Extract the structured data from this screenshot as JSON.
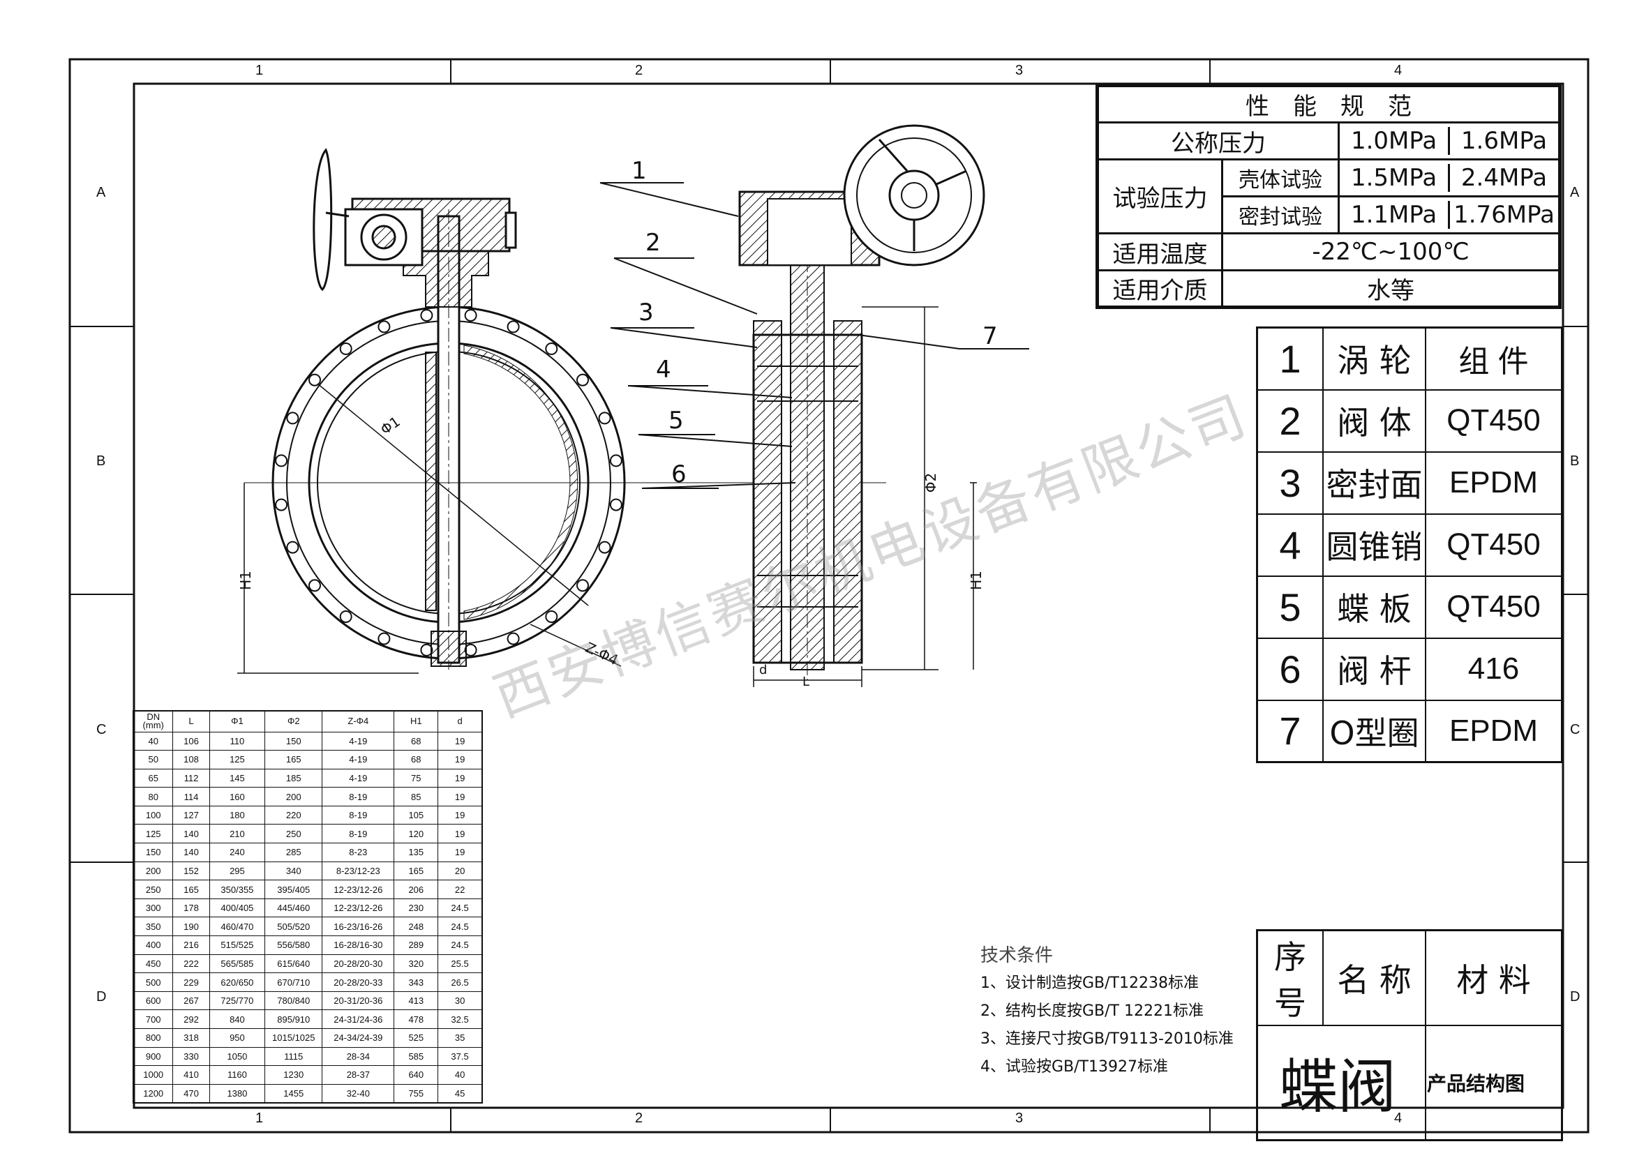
{
  "frame": {
    "col_labels": [
      "1",
      "2",
      "3",
      "4"
    ],
    "row_labels": [
      "A",
      "B",
      "C",
      "D"
    ]
  },
  "callouts": [
    "1",
    "2",
    "3",
    "4",
    "5",
    "6",
    "7"
  ],
  "dimension_labels": {
    "phi1": "Φ1",
    "phi2": "Φ2",
    "h1_left": "H1",
    "h1_right": "H1",
    "z_phi4": "Z-Φ4",
    "l": "L",
    "d": "d"
  },
  "performance": {
    "title": "性　能　规　范",
    "rows": [
      {
        "label": "公称压力",
        "v1": "1.0MPa",
        "v2": "1.6MPa"
      },
      {
        "group": "试验压力",
        "sub": "壳体试验",
        "v1": "1.5MPa",
        "v2": "2.4MPa"
      },
      {
        "sub": "密封试验",
        "v1": "1.1MPa",
        "v2": "1.76MPa"
      },
      {
        "label": "适用温度",
        "value": "-22℃~100℃"
      },
      {
        "label": "适用介质",
        "value": "水等"
      }
    ]
  },
  "parts": [
    {
      "no": "1",
      "name": "涡 轮",
      "material": "组 件"
    },
    {
      "no": "2",
      "name": "阀 体",
      "material": "QT450"
    },
    {
      "no": "3",
      "name": "密封面",
      "material": "EPDM"
    },
    {
      "no": "4",
      "name": "圆锥销",
      "material": "QT450"
    },
    {
      "no": "5",
      "name": "蝶 板",
      "material": "QT450"
    },
    {
      "no": "6",
      "name": "阀 杆",
      "material": "416"
    },
    {
      "no": "7",
      "name": "O型圈",
      "material": "EPDM"
    }
  ],
  "parts_header": {
    "no": "序号",
    "name": "名 称",
    "material": "材 料"
  },
  "title_block": {
    "product": "蝶阀",
    "drawing": "产品结构图"
  },
  "notes": {
    "title": "技术条件",
    "items": [
      "1、设计制造按GB/T12238标准",
      "2、结构长度按GB/T 12221标准",
      "3、连接尺寸按GB/T9113-2010标准",
      "4、试验按GB/T13927标准"
    ]
  },
  "watermark": "西安博信赛尔机电设备有限公司",
  "dims_table": {
    "headers": [
      "DN\n(mm)",
      "L",
      "Φ1",
      "Φ2",
      "Z-Φ4",
      "H1",
      "d"
    ],
    "rows": [
      [
        "40",
        "106",
        "110",
        "150",
        "4-19",
        "68",
        "19"
      ],
      [
        "50",
        "108",
        "125",
        "165",
        "4-19",
        "68",
        "19"
      ],
      [
        "65",
        "112",
        "145",
        "185",
        "4-19",
        "75",
        "19"
      ],
      [
        "80",
        "114",
        "160",
        "200",
        "8-19",
        "85",
        "19"
      ],
      [
        "100",
        "127",
        "180",
        "220",
        "8-19",
        "105",
        "19"
      ],
      [
        "125",
        "140",
        "210",
        "250",
        "8-19",
        "120",
        "19"
      ],
      [
        "150",
        "140",
        "240",
        "285",
        "8-23",
        "135",
        "19"
      ],
      [
        "200",
        "152",
        "295",
        "340",
        "8-23/12-23",
        "165",
        "20"
      ],
      [
        "250",
        "165",
        "350/355",
        "395/405",
        "12-23/12-26",
        "206",
        "22"
      ],
      [
        "300",
        "178",
        "400/405",
        "445/460",
        "12-23/12-26",
        "230",
        "24.5"
      ],
      [
        "350",
        "190",
        "460/470",
        "505/520",
        "16-23/16-26",
        "248",
        "24.5"
      ],
      [
        "400",
        "216",
        "515/525",
        "556/580",
        "16-28/16-30",
        "289",
        "24.5"
      ],
      [
        "450",
        "222",
        "565/585",
        "615/640",
        "20-28/20-30",
        "320",
        "25.5"
      ],
      [
        "500",
        "229",
        "620/650",
        "670/710",
        "20-28/20-33",
        "343",
        "26.5"
      ],
      [
        "600",
        "267",
        "725/770",
        "780/840",
        "20-31/20-36",
        "413",
        "30"
      ],
      [
        "700",
        "292",
        "840",
        "895/910",
        "24-31/24-36",
        "478",
        "32.5"
      ],
      [
        "800",
        "318",
        "950",
        "1015/1025",
        "24-34/24-39",
        "525",
        "35"
      ],
      [
        "900",
        "330",
        "1050",
        "1115",
        "28-34",
        "585",
        "37.5"
      ],
      [
        "1000",
        "410",
        "1160",
        "1230",
        "28-37",
        "640",
        "40"
      ],
      [
        "1200",
        "470",
        "1380",
        "1455",
        "32-40",
        "755",
        "45"
      ]
    ]
  }
}
